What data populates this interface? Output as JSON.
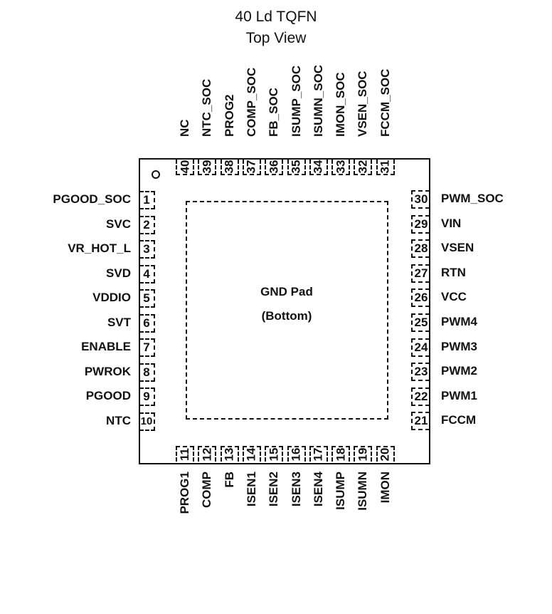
{
  "title": "40 Ld TQFN",
  "subtitle": "Top View",
  "center": {
    "line1": "GND Pad",
    "line2": "(Bottom)"
  },
  "left_pins": [
    {
      "num": "1",
      "name": "PGOOD_SOC"
    },
    {
      "num": "2",
      "name": "SVC"
    },
    {
      "num": "3",
      "name": "VR_HOT_L"
    },
    {
      "num": "4",
      "name": "SVD"
    },
    {
      "num": "5",
      "name": "VDDIO"
    },
    {
      "num": "6",
      "name": "SVT"
    },
    {
      "num": "7",
      "name": "ENABLE"
    },
    {
      "num": "8",
      "name": "PWROK"
    },
    {
      "num": "9",
      "name": "PGOOD"
    },
    {
      "num": "10",
      "name": "NTC"
    }
  ],
  "bottom_pins": [
    {
      "num": "11",
      "name": "PROG1"
    },
    {
      "num": "12",
      "name": "COMP"
    },
    {
      "num": "13",
      "name": "FB"
    },
    {
      "num": "14",
      "name": "ISEN1"
    },
    {
      "num": "15",
      "name": "ISEN2"
    },
    {
      "num": "16",
      "name": "ISEN3"
    },
    {
      "num": "17",
      "name": "ISEN4"
    },
    {
      "num": "18",
      "name": "ISUMP"
    },
    {
      "num": "19",
      "name": "ISUMN"
    },
    {
      "num": "20",
      "name": "IMON"
    }
  ],
  "right_pins": [
    {
      "num": "30",
      "name": "PWM_SOC"
    },
    {
      "num": "29",
      "name": "VIN"
    },
    {
      "num": "28",
      "name": "VSEN"
    },
    {
      "num": "27",
      "name": "RTN"
    },
    {
      "num": "26",
      "name": "VCC"
    },
    {
      "num": "25",
      "name": "PWM4"
    },
    {
      "num": "24",
      "name": "PWM3"
    },
    {
      "num": "23",
      "name": "PWM2"
    },
    {
      "num": "22",
      "name": "PWM1"
    },
    {
      "num": "21",
      "name": "FCCM"
    }
  ],
  "top_pins": [
    {
      "num": "40",
      "name": "NC"
    },
    {
      "num": "39",
      "name": "NTC_SOC"
    },
    {
      "num": "38",
      "name": "PROG2"
    },
    {
      "num": "37",
      "name": "COMP_SOC"
    },
    {
      "num": "36",
      "name": "FB_SOC"
    },
    {
      "num": "35",
      "name": "ISUMP_SOC"
    },
    {
      "num": "34",
      "name": "ISUMN_SOC"
    },
    {
      "num": "33",
      "name": "IMON_SOC"
    },
    {
      "num": "32",
      "name": "VSEN_SOC"
    },
    {
      "num": "31",
      "name": "FCCM_SOC"
    }
  ]
}
